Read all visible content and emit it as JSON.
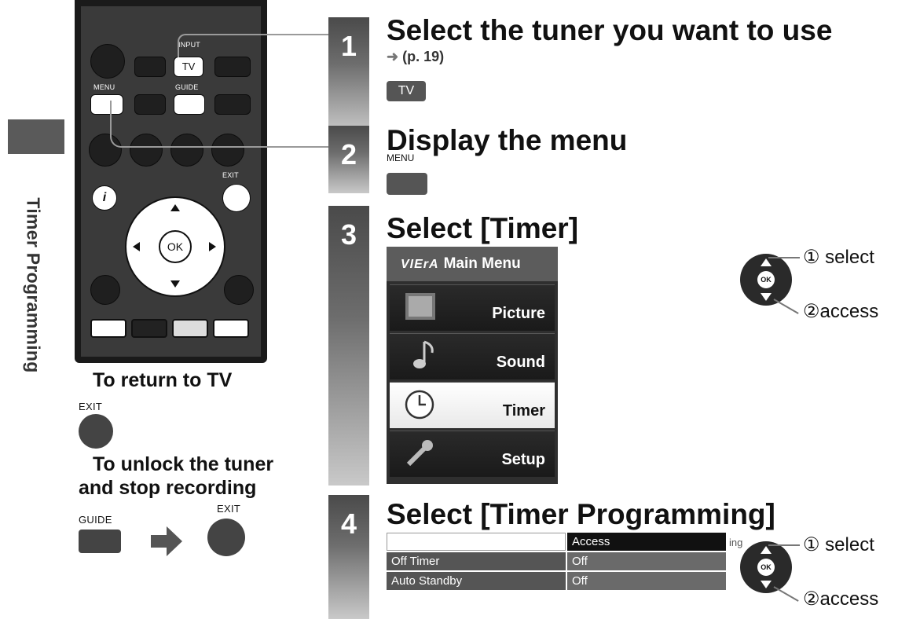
{
  "side": {
    "label": "Timer Programming"
  },
  "remote": {
    "input_label": "INPUT",
    "tv_label": "TV",
    "menu_label": "MENU",
    "guide_label": "GUIDE",
    "exit_label": "EXIT",
    "info_label": "i",
    "ok_label": "OK"
  },
  "steps": [
    {
      "num": "1",
      "title": "Select the tuner you want to use",
      "ref": "(p. 19)",
      "key": "TV"
    },
    {
      "num": "2",
      "title": "Display the menu",
      "key_label": "MENU"
    },
    {
      "num": "3",
      "title": "Select [Timer]"
    },
    {
      "num": "4",
      "title": "Select [Timer Programming]"
    }
  ],
  "main_menu": {
    "brand": "VIErA",
    "title": "Main Menu",
    "items": [
      "Picture",
      "Sound",
      "Timer",
      "Setup"
    ]
  },
  "nav": {
    "ok": "OK",
    "select": "① select",
    "access": "②access"
  },
  "timer_table": {
    "rows": [
      {
        "label": "",
        "value": "Access"
      },
      {
        "label": "Off Timer",
        "value": "Off"
      },
      {
        "label": "Auto Standby",
        "value": "Off"
      }
    ],
    "overflow": "ing"
  },
  "return_tv": {
    "text": "To return to TV",
    "key": "EXIT"
  },
  "unlock": {
    "line1": "To unlock the tuner",
    "line2": "and stop recording",
    "guide_key": "GUIDE",
    "exit_key": "EXIT"
  }
}
